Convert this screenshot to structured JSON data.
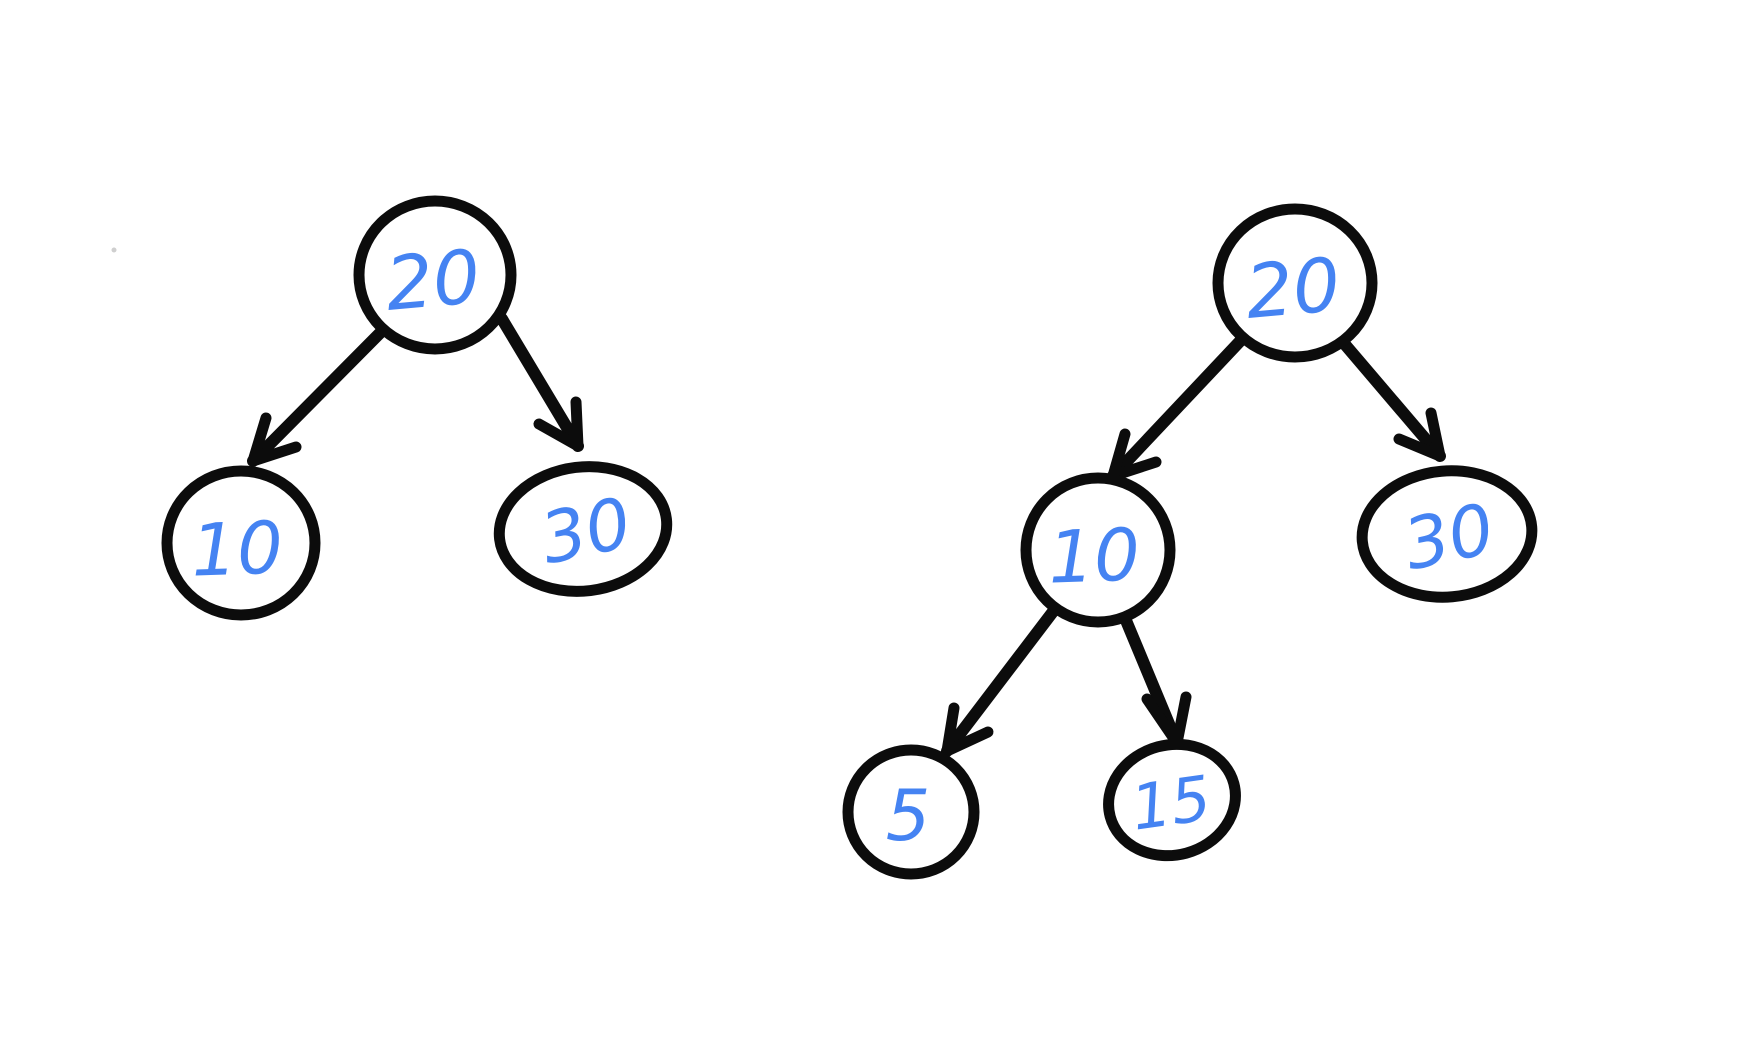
{
  "figure": {
    "type": "hand-drawn-binary-trees",
    "background": "#ffffff",
    "ink_color": "#0c0c0c",
    "label_color": "#4583f2",
    "trees": [
      {
        "name": "left-tree",
        "root": "20",
        "nodes": [
          {
            "value": "20",
            "role": "root"
          },
          {
            "value": "10",
            "role": "left-child-of-20"
          },
          {
            "value": "30",
            "role": "right-child-of-20"
          }
        ],
        "edges": [
          "20->10",
          "20->30"
        ]
      },
      {
        "name": "right-tree",
        "root": "20",
        "nodes": [
          {
            "value": "20",
            "role": "root"
          },
          {
            "value": "10",
            "role": "left-child-of-20"
          },
          {
            "value": "30",
            "role": "right-child-of-20"
          },
          {
            "value": "5",
            "role": "left-child-of-10"
          },
          {
            "value": "15",
            "role": "right-child-of-10"
          }
        ],
        "edges": [
          "20->10",
          "20->30",
          "10->5",
          "10->15"
        ]
      }
    ]
  }
}
